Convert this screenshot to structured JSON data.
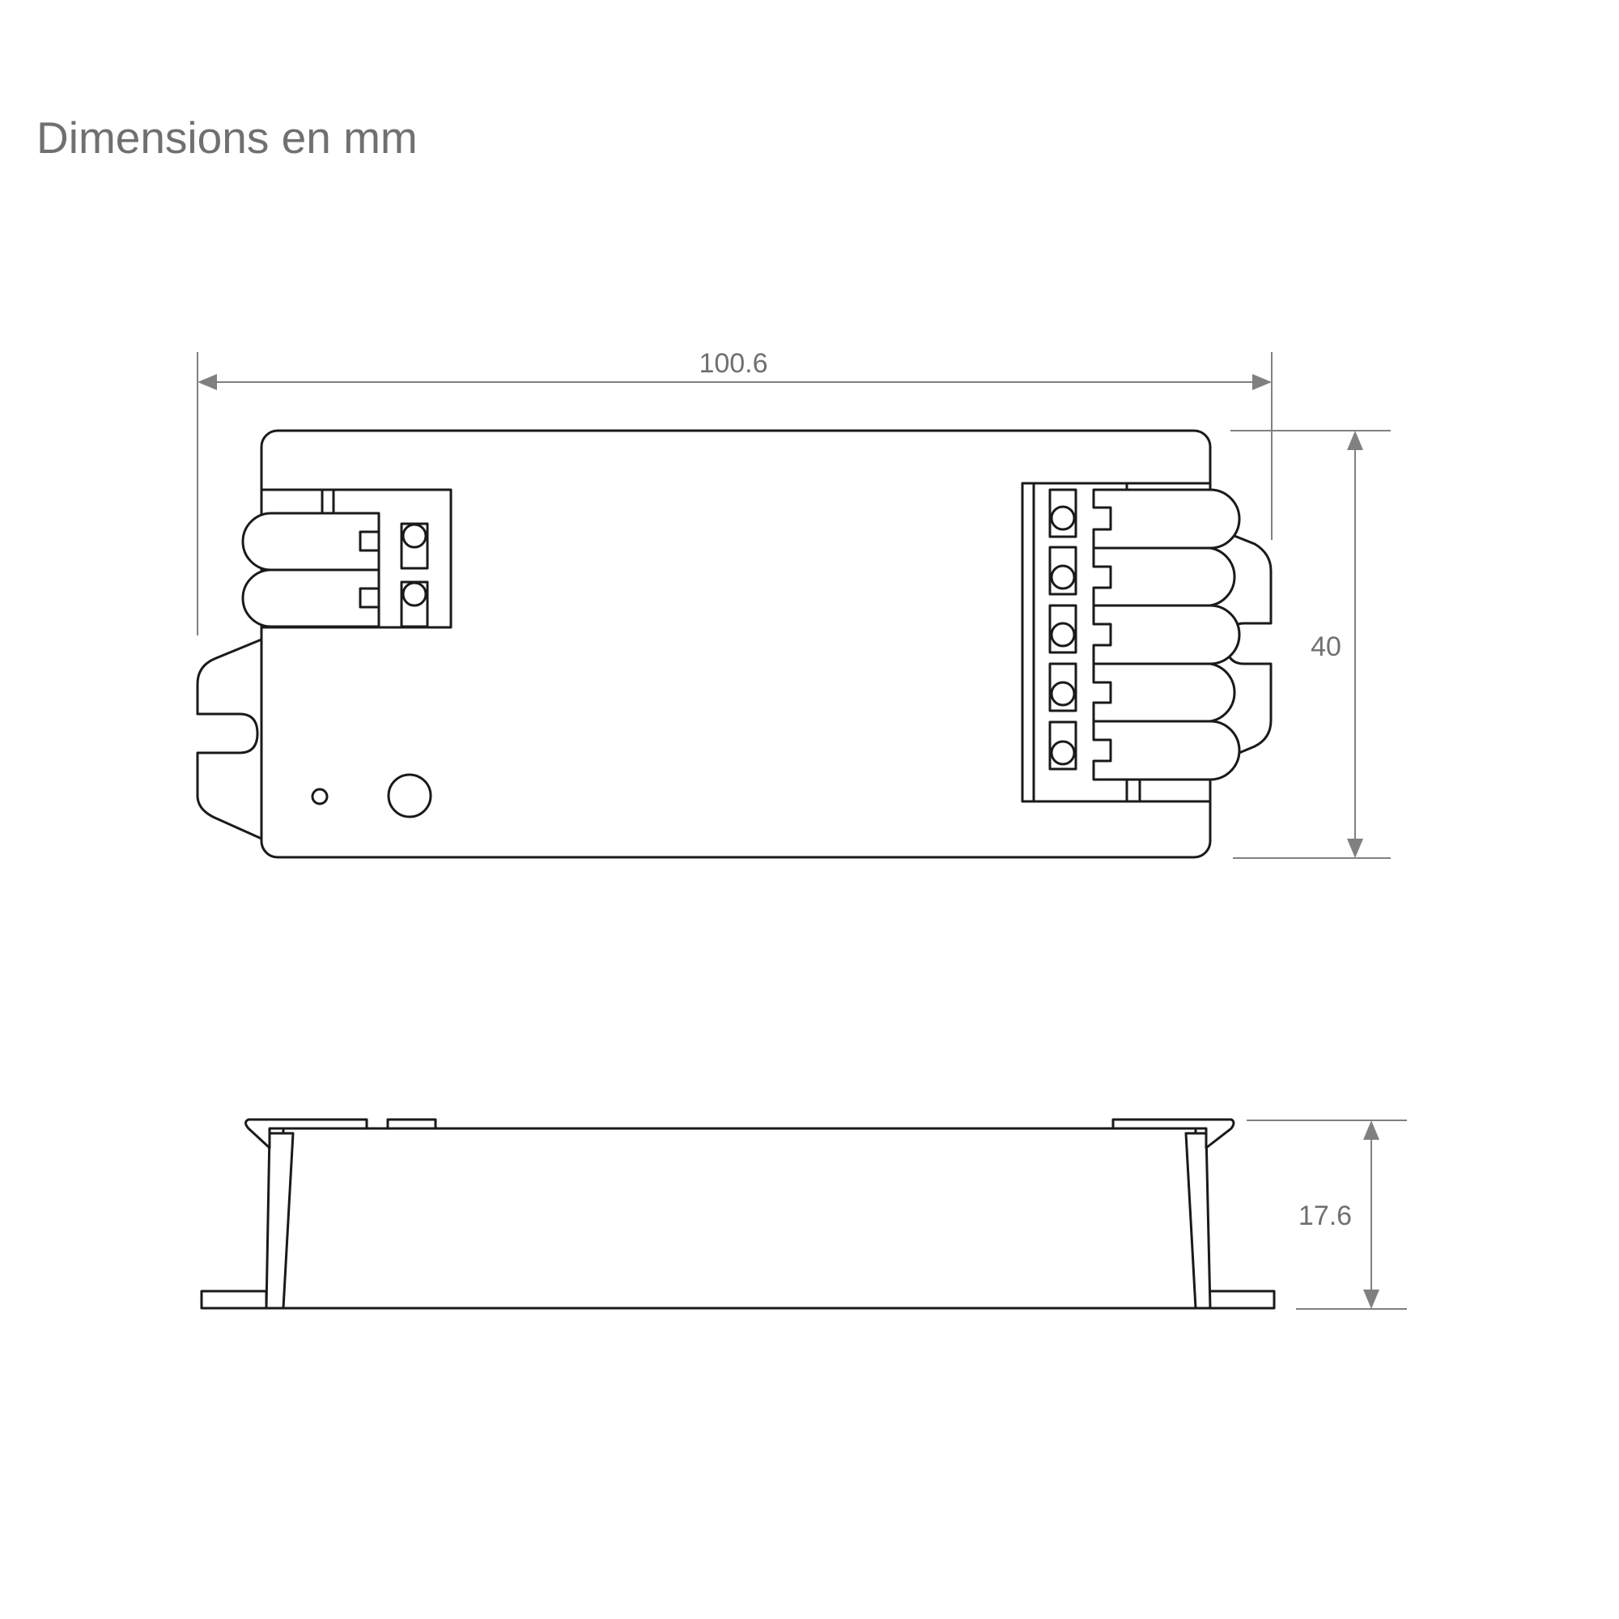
{
  "title": "Dimensions en mm",
  "dimensions": {
    "width": "100.6",
    "depth": "40",
    "height": "17.6"
  },
  "colors": {
    "line": "#1a1a1a",
    "dimension": "#808080",
    "text": "#707070"
  }
}
